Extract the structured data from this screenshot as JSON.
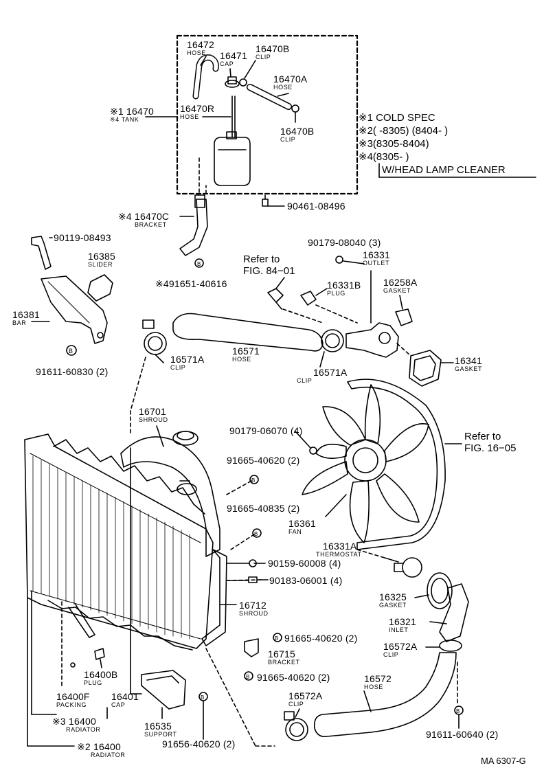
{
  "parts": [
    {
      "id": "p16472",
      "num": "16472",
      "sub": "HOSE"
    },
    {
      "id": "p16471",
      "num": "16471",
      "sub": "CAP"
    },
    {
      "id": "p16470B_top",
      "num": "16470B",
      "sub": "CLIP"
    },
    {
      "id": "p16470A",
      "num": "16470A",
      "sub": "HOSE"
    },
    {
      "id": "p16470",
      "num": "※1 16470",
      "sub": "※4 TANK"
    },
    {
      "id": "p16470R",
      "num": "16470R",
      "sub": "HOSE"
    },
    {
      "id": "p16470B_mid",
      "num": "16470B",
      "sub": "CLIP"
    },
    {
      "id": "p90461",
      "num": "90461-08496",
      "sub": ""
    },
    {
      "id": "p16470C",
      "num": "※4 16470C",
      "sub": "BRACKET"
    },
    {
      "id": "p491651",
      "num": "※491651-40616",
      "sub": ""
    },
    {
      "id": "p90119",
      "num": "90119-08493",
      "sub": ""
    },
    {
      "id": "p16385",
      "num": "16385",
      "sub": "SLIDER"
    },
    {
      "id": "p16381",
      "num": "16381",
      "sub": "BAR"
    },
    {
      "id": "p91611a",
      "num": "91611-60830 (2)",
      "sub": ""
    },
    {
      "id": "p90179a",
      "num": "90179-08040 (3)",
      "sub": ""
    },
    {
      "id": "p16331",
      "num": "16331",
      "sub": "OUTLET"
    },
    {
      "id": "p16331B",
      "num": "16331B",
      "sub": "PLUG"
    },
    {
      "id": "p16258A",
      "num": "16258A",
      "sub": "GASKET"
    },
    {
      "id": "p16571A_l",
      "num": "16571A",
      "sub": "CLIP"
    },
    {
      "id": "p16571",
      "num": "16571",
      "sub": "HOSE"
    },
    {
      "id": "p16571A_r",
      "num": "16571A",
      "sub": "CLIP"
    },
    {
      "id": "p16341",
      "num": "16341",
      "sub": "GASKET"
    },
    {
      "id": "p16701",
      "num": "16701",
      "sub": "SHROUD"
    },
    {
      "id": "p90179b",
      "num": "90179-06070 (4)",
      "sub": ""
    },
    {
      "id": "p91665a",
      "num": "91665-40620 (2)",
      "sub": ""
    },
    {
      "id": "p91665b",
      "num": "91665-40835 (2)",
      "sub": ""
    },
    {
      "id": "p16361",
      "num": "16361",
      "sub": "FAN"
    },
    {
      "id": "p16331A",
      "num": "16331A",
      "sub": "THERMOSTAT"
    },
    {
      "id": "p90159",
      "num": "90159-60008 (4)",
      "sub": ""
    },
    {
      "id": "p90183",
      "num": "90183-06001 (4)",
      "sub": ""
    },
    {
      "id": "p16325",
      "num": "16325",
      "sub": "GASKET"
    },
    {
      "id": "p16712",
      "num": "16712",
      "sub": "SHROUD"
    },
    {
      "id": "p16321",
      "num": "16321",
      "sub": "INLET"
    },
    {
      "id": "p91665c",
      "num": "91665-40620 (2)",
      "sub": ""
    },
    {
      "id": "p16572A_r",
      "num": "16572A",
      "sub": "CLIP"
    },
    {
      "id": "p16715",
      "num": "16715",
      "sub": "BRACKET"
    },
    {
      "id": "p91665d",
      "num": "91665-40620 (2)",
      "sub": ""
    },
    {
      "id": "p16400B",
      "num": "16400B",
      "sub": "PLUG"
    },
    {
      "id": "p16572",
      "num": "16572",
      "sub": "HOSE"
    },
    {
      "id": "p16572A_l",
      "num": "16572A",
      "sub": "CLIP"
    },
    {
      "id": "p16400F",
      "num": "16400F",
      "sub": "PACKING"
    },
    {
      "id": "p16401",
      "num": "16401",
      "sub": "CAP"
    },
    {
      "id": "p16400_3",
      "num": "※3 16400",
      "sub": "RADIATOR"
    },
    {
      "id": "p16535",
      "num": "16535",
      "sub": "SUPPORT"
    },
    {
      "id": "p91656",
      "num": "91656-40620 (2)",
      "sub": ""
    },
    {
      "id": "p91611b",
      "num": "91611-60640 (2)",
      "sub": ""
    },
    {
      "id": "p16400_2",
      "num": "※2 16400",
      "sub": "RADIATOR"
    }
  ],
  "notes": {
    "refer_a_line1": "Refer to",
    "refer_a_line2": "FIG. 84−01",
    "refer_b_line1": "Refer to",
    "refer_b_line2": "FIG. 16−05"
  },
  "legend": {
    "l1": "※1 COLD SPEC",
    "l2": "※2(      -8305) (8404-        )",
    "l3": "※3(8305-8404)",
    "l4": "※4(8305-        )",
    "l5": "W/HEAD LAMP CLEANER"
  },
  "diagram_code": "MA 6307-G"
}
